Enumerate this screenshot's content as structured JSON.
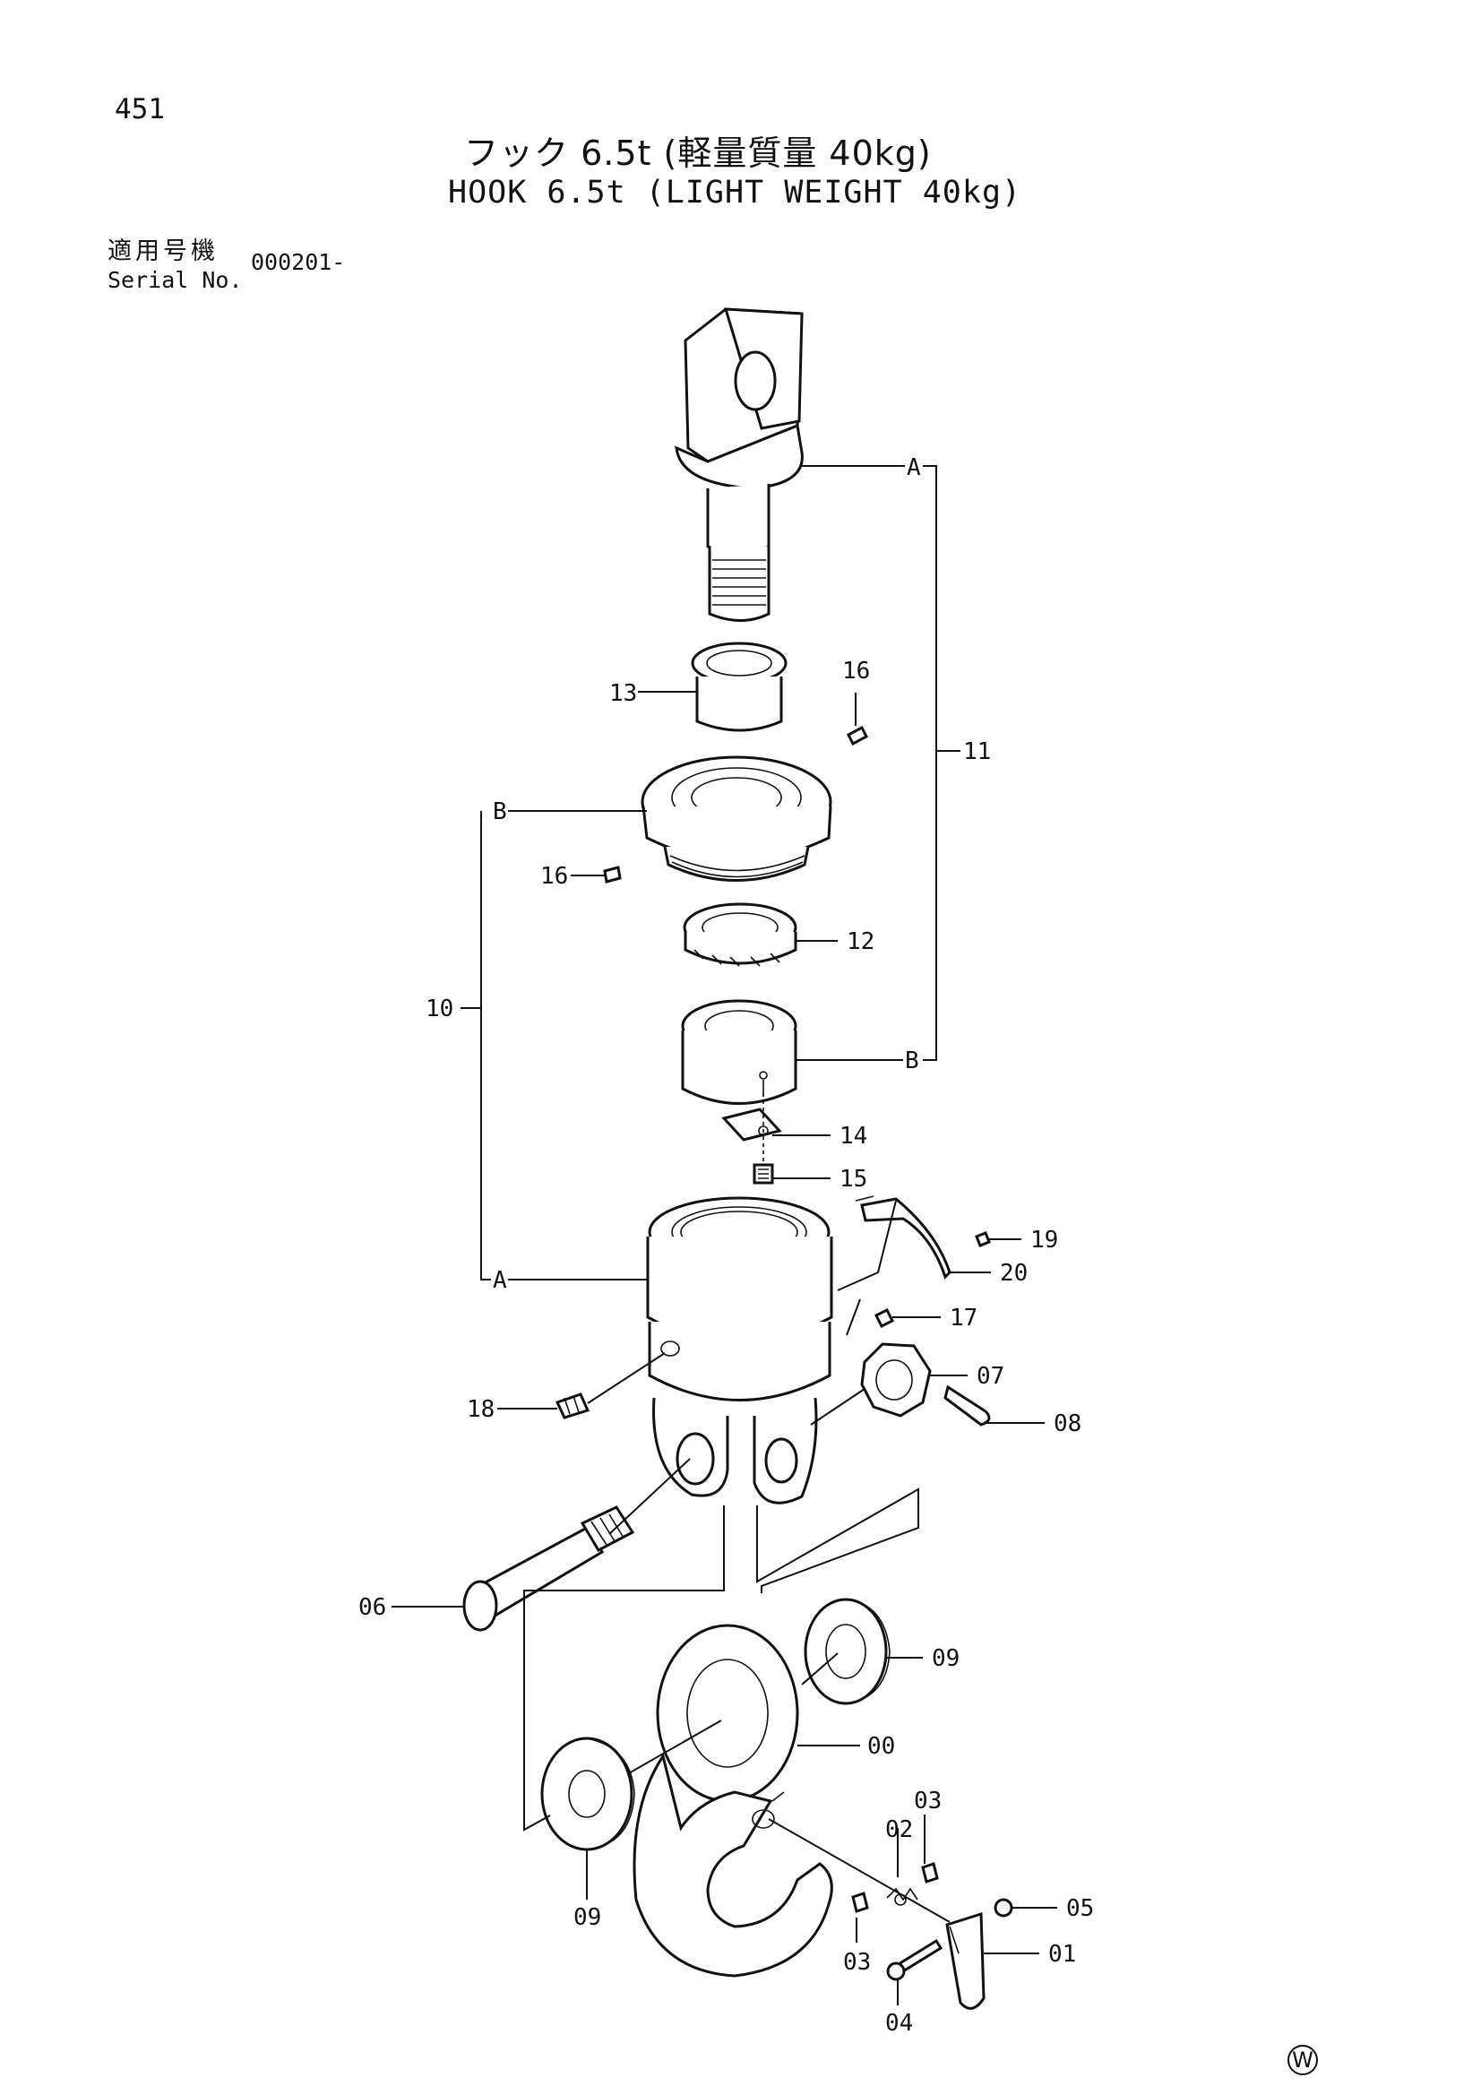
{
  "page": {
    "number": "451",
    "title_jp": "フック 6.5t (軽量質量 40kg)",
    "title_en": "HOOK 6.5t (LIGHT WEIGHT 40kg)",
    "serial_label_jp": "適用号機",
    "serial_label_en": "Serial No.",
    "serial_value": "000201-",
    "watermark": "W"
  },
  "callouts": {
    "A_top": "A",
    "B_mid": "B",
    "B_low": "B",
    "A_low": "A",
    "p00": "00",
    "p01": "01",
    "p02": "02",
    "p03a": "03",
    "p03b": "03",
    "p04": "04",
    "p05": "05",
    "p06": "06",
    "p07": "07",
    "p08": "08",
    "p09a": "09",
    "p09b": "09",
    "p10": "10",
    "p11": "11",
    "p12": "12",
    "p13": "13",
    "p14": "14",
    "p15": "15",
    "p16a": "16",
    "p16b": "16",
    "p17": "17",
    "p18": "18",
    "p19": "19",
    "p20": "20"
  }
}
